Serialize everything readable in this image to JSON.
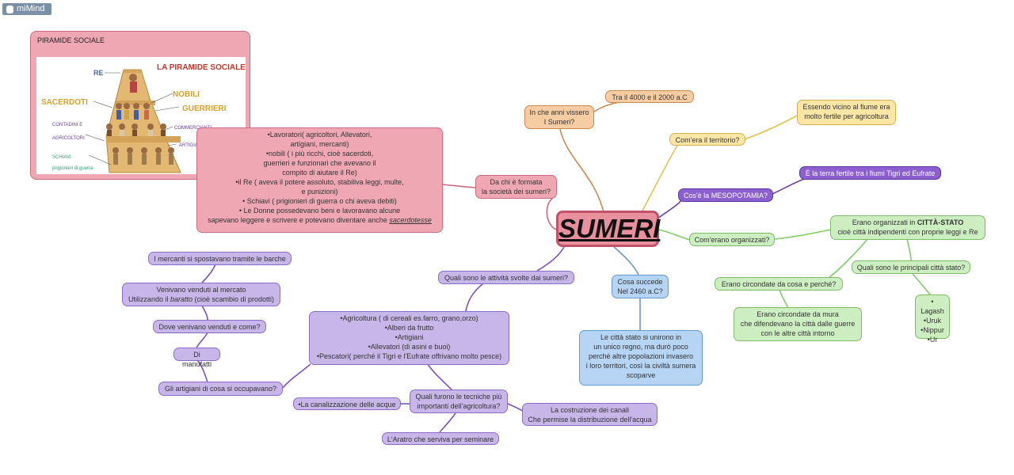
{
  "app": {
    "logo_text": "miMind"
  },
  "central_topic": "SUMERI",
  "pyramid_panel": {
    "title": "PIRAMIDE SOCIALE",
    "image_title": "LA PIRAMIDE SOCIALE",
    "labels": {
      "re": "RE",
      "nobili": "NOBILI",
      "sacerdoti": "SACERDOTI",
      "guerrieri": "GUERRIERI",
      "contadini_1": "CONTADINI E",
      "contadini_2": "AGRICOLTORI",
      "commercianti": "COMMERCIANTI",
      "artigiani": "ARTIGIANI",
      "schiavi_1": "SCHIAVI",
      "schiavi_2": "prigionieri di guerra"
    }
  },
  "nodes": {
    "anni_q": "In che anni vissero\nI Sumeri?",
    "anni_a": "Tra il 4000 e il 2000 a.C",
    "territorio_q": "Com'era il territorio?",
    "territorio_a": "Essendo vicino al fiume era\nmolto fertile per agricoltura",
    "mesopotamia_q": "Cos'è la MESOPOTAMIA?",
    "mesopotamia_a": "È la terra fertile tra i fiumi Tigri ed Eufrate",
    "organizzati_q": "Com'erano organizzati?",
    "organizzati_a_pre": "Erano organizzati in ",
    "organizzati_a_bold": "CITTÀ-STATO",
    "organizzati_a_line2": "cioè città indipendenti con proprie leggi e Re",
    "circondate_q": "Erano circondate da cosa e perché?",
    "circondate_a": "Erano circondate da mura\nche difendevano la città dalle guerre\ncon le altre città intorno",
    "principali_q": "Quali sono le principali città stato?",
    "principali_a": "• Lagash\n•Uruk\n•Nippur\n•Ur",
    "formata_q": "Da chi è formata\nla società dei sumeri?",
    "formata_a": "•Lavoratori( agricoltori, Allevatori,\nartigiani, mercanti)\n•nobili ( i più ricchi, cioè sacerdoti,\nguerrieri e funzionari che avevano il\ncompito di aiutare il Re)\n•il Re ( aveva il potere assoluto, stabiliva leggi, multe,\ne punizioni)\n• Schiavi ( prigionieri di guerra o chi aveva debiti)\n• Le Donne possedevano beni e lavoravano alcune",
    "formata_a_last": "sapevano leggere e scrivere e potevano diventare anche ",
    "formata_a_last_italic": "sacerdotesse",
    "succede_q": "Cosa succede\nNel 2460 a.C?",
    "succede_a": "Le città stato si unirono in\nun unico regno, ma durò poco\nperché altre popolazioni invasero\ni loro territori, così la civiltà sumera\nscoparve",
    "attivita_q": "Quali sono le attività svolte dai sumeri?",
    "attivita_a": "•Agricoltura ( di cereali es.farro, grano,orzo)\n•Alberi da frutto\n•Artigiani\n•Allevatori (di asini e buoi)\n•Pescatori( perché il Tigri e l'Eufrate offrivano molto pesce)",
    "mercanti": "I mercanti si spostavano tramite le barche",
    "venduti_line1": "Venivano venduti al mercato",
    "venduti_line2_pre": "Utilizzando il ",
    "venduti_line2_italic": "baratto",
    "venduti_line2_post": " (cioè scambio di prodotti)",
    "dove_venduti": "Dove venivano venduti e come?",
    "manufatti": "Di manufatti",
    "artigiani_q": "Gli artigiani di cosa si occupavano?",
    "tecniche_q": "Quali furono le tecniche più\nimportanti dell'agricoltura?",
    "canalizzazione": "•La canalizzazione delle acque",
    "canali": "La costruzione dei canali\nChe permise la distribuzione dell'acqua",
    "aratro": "L'Aratro che serviva per seminare"
  },
  "colors": {
    "purple": "#c7b6e8",
    "orange": "#f6cda2",
    "yellow": "#fbe6a6",
    "green": "#cdeec0",
    "blue": "#b6d4f3",
    "pink": "#efa8b3",
    "dark_purple": "#8c5fd0",
    "central": "#e9909f"
  }
}
